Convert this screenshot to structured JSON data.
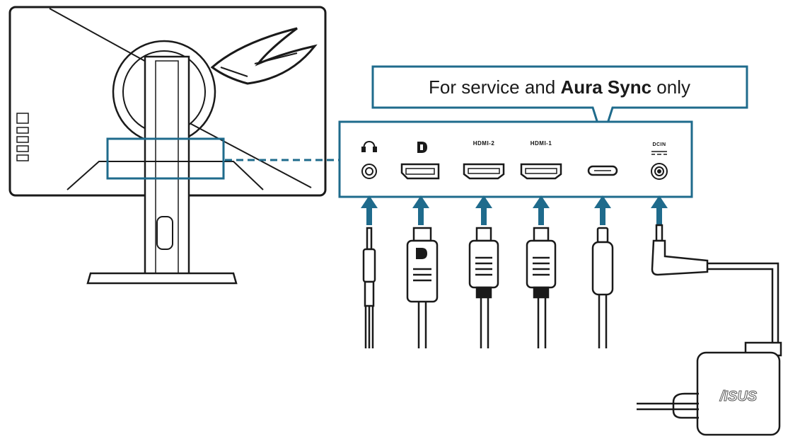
{
  "callout": {
    "prefix": "For service and ",
    "bold": "Aura Sync",
    "suffix": " only"
  },
  "ports": [
    {
      "id": "headphone",
      "label": "",
      "icon": "headphone-icon"
    },
    {
      "id": "displayport",
      "label": "",
      "icon": "displayport-icon"
    },
    {
      "id": "hdmi-2",
      "label": "HDMI-2",
      "icon": "hdmi-port-icon"
    },
    {
      "id": "hdmi-1",
      "label": "HDMI-1",
      "icon": "hdmi-port-icon"
    },
    {
      "id": "usb-c",
      "label": "",
      "icon": "usb-c-port-icon"
    },
    {
      "id": "dc-in",
      "label": "DCIN",
      "icon": "dc-in-icon"
    }
  ],
  "adapter": {
    "brand": "/ISUS"
  },
  "colors": {
    "accent": "#1f6b8c",
    "arrow": "#1f6b8c",
    "line": "#1a1a1a"
  }
}
